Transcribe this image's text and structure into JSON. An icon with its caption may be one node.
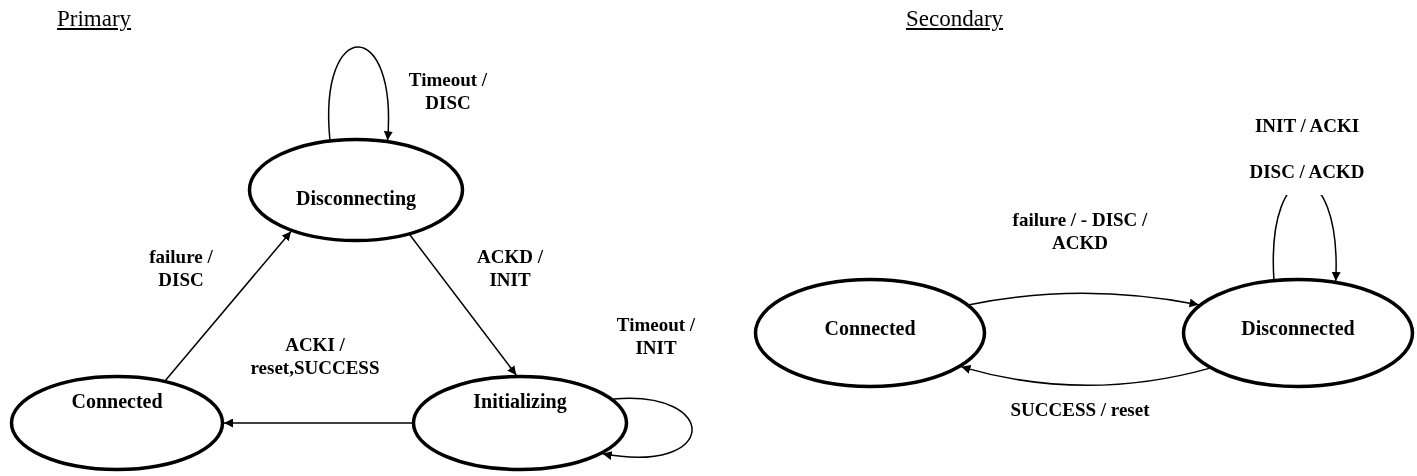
{
  "diagram": {
    "nodes": [
      {
        "text": [
          "Disconnecting"
        ]
      },
      {
        "text": [
          "Connected"
        ]
      },
      {
        "text": [
          "Initializing"
        ]
      },
      {
        "text": [
          "Connected"
        ]
      },
      {
        "text": [
          "Disconnected"
        ]
      }
    ],
    "edges": [
      {
        "from": 0,
        "to": 0,
        "arrow": "to",
        "label": "Timeout / DISC"
      },
      {
        "from": 0,
        "to": 2,
        "arrow": "to",
        "label": "ACKD / INIT"
      },
      {
        "from": 2,
        "to": 2,
        "arrow": "to",
        "label": "Timeout / INIT"
      },
      {
        "from": 2,
        "to": 1,
        "arrow": "to",
        "label": "ACKI / reset,SUCCESS"
      },
      {
        "from": 1,
        "to": 0,
        "arrow": "to",
        "label": "failure / DISC"
      },
      {
        "from": 3,
        "to": 4,
        "arrow": "to",
        "label": "failure / - DISC / ACKD"
      },
      {
        "from": 4,
        "to": 3,
        "arrow": "to",
        "label": "SUCCESS / reset"
      },
      {
        "from": 4,
        "to": 4,
        "arrow": "to",
        "label": "INIT / ACKI DISC / ACKD"
      }
    ],
    "labels": [
      "Primary",
      "Secondary"
    ]
  }
}
